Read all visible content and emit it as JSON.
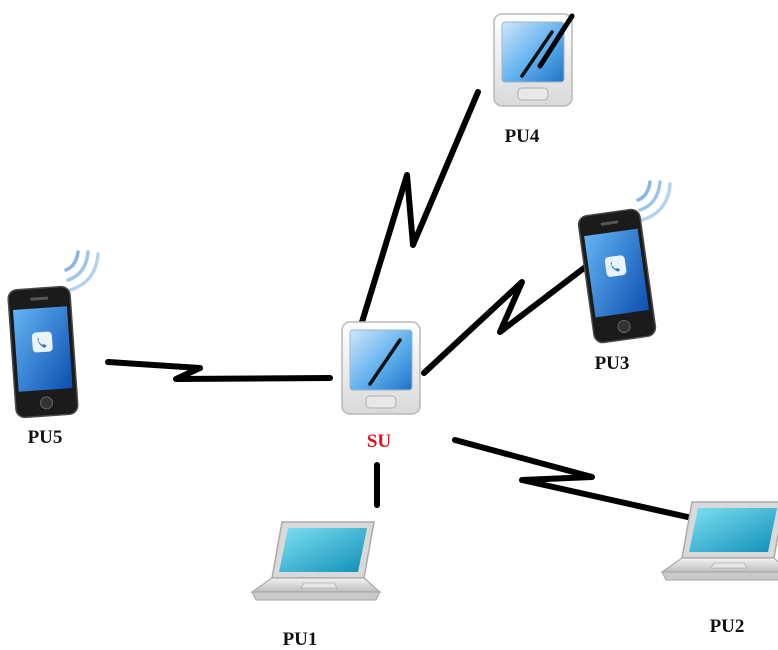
{
  "nodes": [
    {
      "id": "su",
      "label": "SU",
      "device": "tablet-icon",
      "label_color": "#e0101b"
    },
    {
      "id": "pu1",
      "label": "PU1",
      "device": "laptop-icon",
      "label_color": "#111111"
    },
    {
      "id": "pu2",
      "label": "PU2",
      "device": "laptop-icon",
      "label_color": "#111111"
    },
    {
      "id": "pu3",
      "label": "PU3",
      "device": "smartphone-icon",
      "label_color": "#111111"
    },
    {
      "id": "pu4",
      "label": "PU4",
      "device": "tablet-icon",
      "label_color": "#111111"
    },
    {
      "id": "pu5",
      "label": "PU5",
      "device": "smartphone-icon",
      "label_color": "#111111"
    }
  ],
  "links": [
    {
      "from": "su",
      "to": "pu1",
      "style": "straight"
    },
    {
      "from": "su",
      "to": "pu2",
      "style": "zigzag"
    },
    {
      "from": "su",
      "to": "pu3",
      "style": "zigzag"
    },
    {
      "from": "su",
      "to": "pu4",
      "style": "zigzag"
    },
    {
      "from": "su",
      "to": "pu5",
      "style": "zigzag"
    }
  ],
  "colors": {
    "link": "#000000",
    "screen_blue": "#2e86d6",
    "laptop_screen": "#1ba0c8",
    "wifi_waves": "#7fb2e0"
  }
}
